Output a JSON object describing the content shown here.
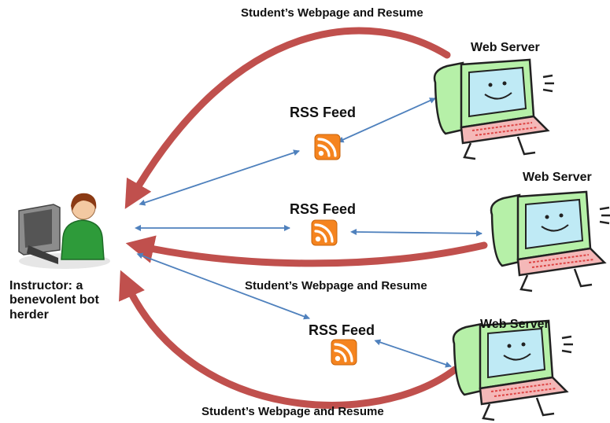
{
  "diagram": {
    "instructor_label": "Instructor: a benevolent bot herder",
    "feeds": [
      {
        "rss_label": "RSS Feed",
        "server_label": "Web Server",
        "caption": "Student’s Webpage and Resume"
      },
      {
        "rss_label": "RSS Feed",
        "server_label": "Web Server",
        "caption": "Student’s Webpage and Resume"
      },
      {
        "rss_label": "RSS Feed",
        "server_label": "Web Server",
        "caption": "Student’s Webpage and Resume"
      }
    ],
    "colors": {
      "content_arrow": "#c0504d",
      "feed_arrow": "#4f81bd",
      "rss_orange": "#f5841f",
      "monitor_screen": "#bfeaf5",
      "monitor_body": "#b6f0a8"
    },
    "icons": [
      "instructor-computer-icon",
      "rss-icon",
      "web-server-icon"
    ]
  }
}
